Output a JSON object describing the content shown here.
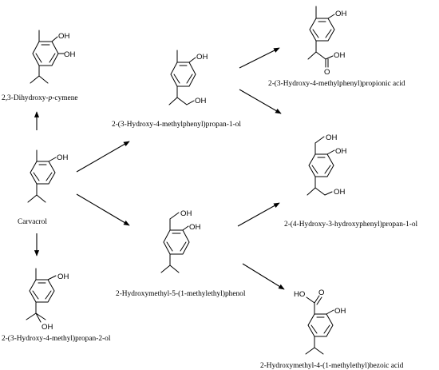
{
  "atoms": {
    "oh": "OH",
    "ho": "HO",
    "o": "O"
  },
  "labels": {
    "dihydroxy_pre": "2,3-Dihydroxy-",
    "dihydroxy_it": "p",
    "dihydroxy_post": "-cymene",
    "propanol": "2-(3-Hydroxy-4-methylphenyl)propan-1-ol",
    "propionic": "2-(3-Hydroxy-4-methylphenyl)propionic acid",
    "carvacrol": "Carvacrol",
    "hydroxymethyl_phenol": "2-Hydroxymethyl-5-(1-methylethyl)phenol",
    "hydroxy_propanol": "2-(4-Hydroxy-3-hydroxyphenyl)propan-1-ol",
    "propan2ol": "2-(3-Hydroxy-4-methyl)propan-2-ol",
    "bezoic": "2-Hydroxymethyl-4-(1-methylethyl)bezoic acid"
  }
}
